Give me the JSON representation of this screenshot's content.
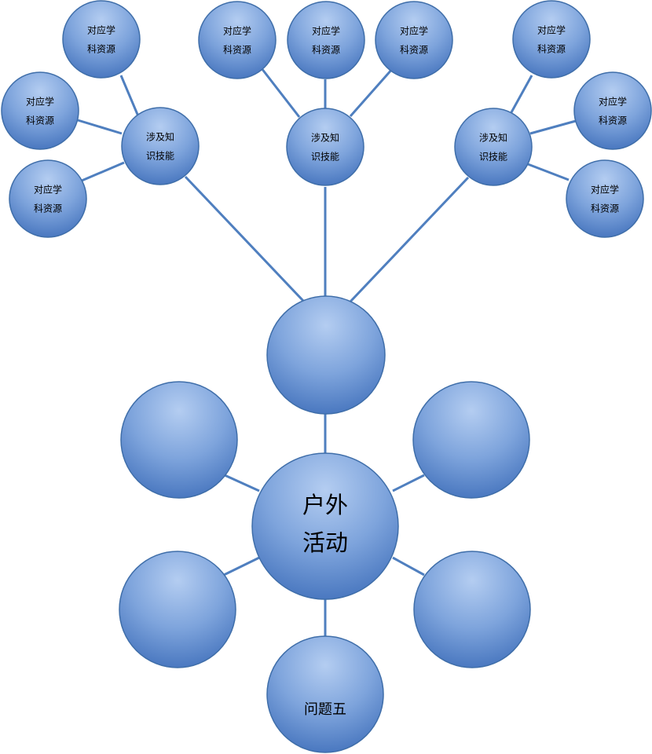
{
  "center": {
    "label_line1": "户外",
    "label_line2": "活动"
  },
  "problem_nodes": [
    {
      "label": ""
    },
    {
      "label": ""
    },
    {
      "label": ""
    },
    {
      "label": ""
    },
    {
      "label": ""
    },
    {
      "label": "问题五"
    }
  ],
  "skill_nodes": [
    {
      "line1": "涉及知",
      "line2": "识技能"
    },
    {
      "line1": "涉及知",
      "line2": "识技能"
    },
    {
      "line1": "涉及知",
      "line2": "识技能"
    }
  ],
  "resource_nodes": [
    {
      "line1": "对应学",
      "line2": "科资源"
    },
    {
      "line1": "对应学",
      "line2": "科资源"
    },
    {
      "line1": "对应学",
      "line2": "科资源"
    },
    {
      "line1": "对应学",
      "line2": "科资源"
    },
    {
      "line1": "对应学",
      "line2": "科资源"
    },
    {
      "line1": "对应学",
      "line2": "科资源"
    },
    {
      "line1": "对应学",
      "line2": "科资源"
    },
    {
      "line1": "对应学",
      "line2": "科资源"
    },
    {
      "line1": "对应学",
      "line2": "科资源"
    }
  ],
  "colors": {
    "bubble_light": "#a9c4ec",
    "bubble_dark": "#4a78c0",
    "connector": "#4f7fbf"
  }
}
